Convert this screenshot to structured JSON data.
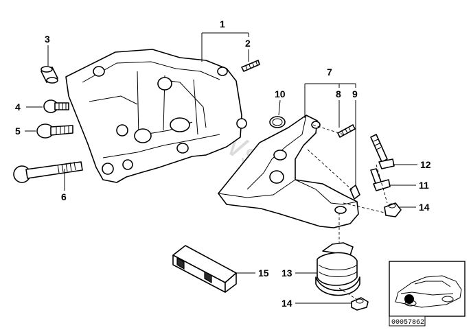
{
  "callouts": {
    "c1": "1",
    "c2": "2",
    "c3": "3",
    "c4": "4",
    "c5": "5",
    "c6": "6",
    "c7": "7",
    "c8": "8",
    "c9": "9",
    "c10": "10",
    "c11": "11",
    "c12": "12",
    "c13": "13",
    "c14a": "14",
    "c14b": "14",
    "c15": "15"
  },
  "watermark": "www.BMWstore.ru",
  "reference_code": "00057862"
}
